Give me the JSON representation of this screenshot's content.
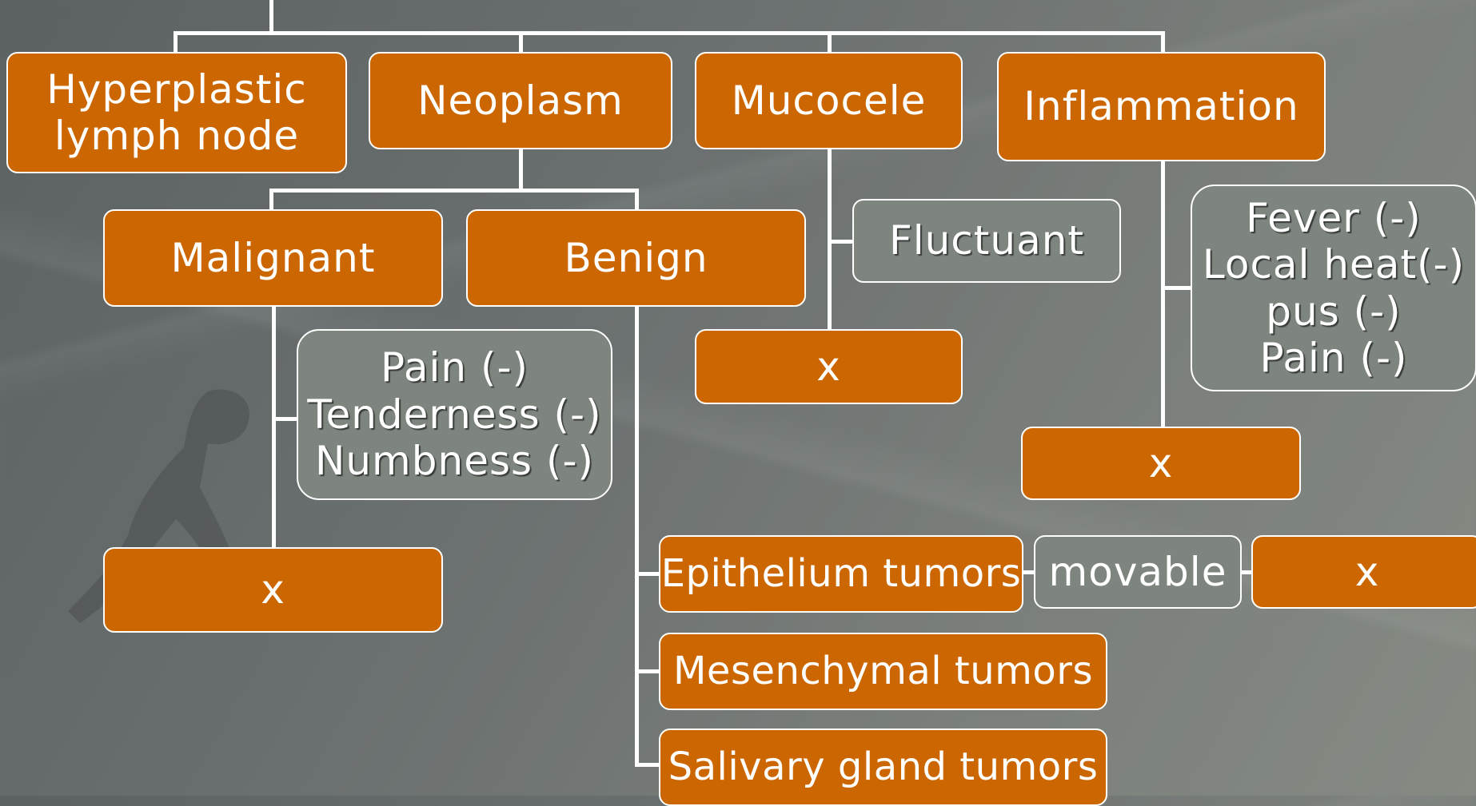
{
  "diagram": {
    "nodes": {
      "hyperplastic": "Hyperplastic\nlymph node",
      "neoplasm": "Neoplasm",
      "mucocele": "Mucocele",
      "inflammation": "Inflammation",
      "malignant": "Malignant",
      "benign": "Benign",
      "fluctuant": "Fluctuant",
      "malignant_signs": "Pain (-)\nTenderness (-)\nNumbness (-)",
      "inflammation_signs": "Fever (-)\nLocal heat(-)\n  pus (-)\nPain (-)",
      "mucocele_x": "x",
      "inflammation_x": "x",
      "malignant_x": "x",
      "epithelium": "Epithelium tumors",
      "movable": "movable",
      "epithelium_x": "x",
      "mesenchymal": "Mesenchymal tumors",
      "salivary": "Salivary gland tumors"
    },
    "colors": {
      "primary_box": "#cc6600",
      "secondary_box": "#7e857f",
      "connector": "#ffffff"
    }
  }
}
